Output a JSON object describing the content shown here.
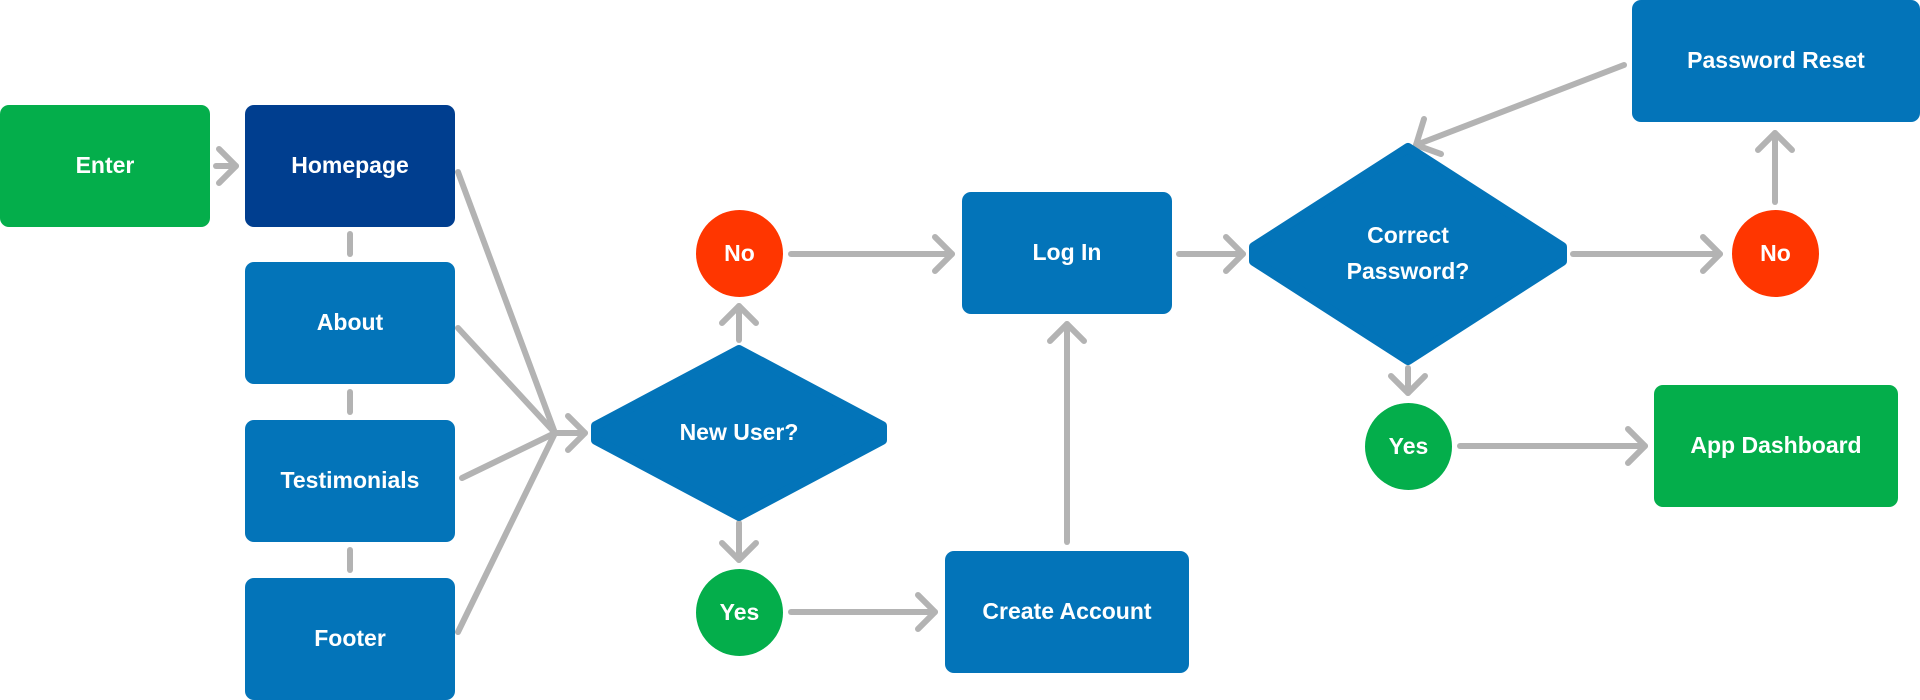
{
  "colors": {
    "start_end": "#04ae4b",
    "page": "#0374b9",
    "homepage": "#003e8f",
    "no": "#ff3600",
    "yes": "#04ae4b",
    "connector": "#b3b3b3"
  },
  "nodes": {
    "enter": "Enter",
    "homepage": "Homepage",
    "about": "About",
    "testimonials": "Testimonials",
    "footer": "Footer",
    "new_user": "New User?",
    "no_new_user": "No",
    "yes_new_user": "Yes",
    "log_in": "Log In",
    "create_account": "Create Account",
    "correct_password_line1": "Correct",
    "correct_password_line2": "Password?",
    "no_password": "No",
    "yes_password": "Yes",
    "password_reset": "Password Reset",
    "app_dashboard": "App Dashboard"
  }
}
